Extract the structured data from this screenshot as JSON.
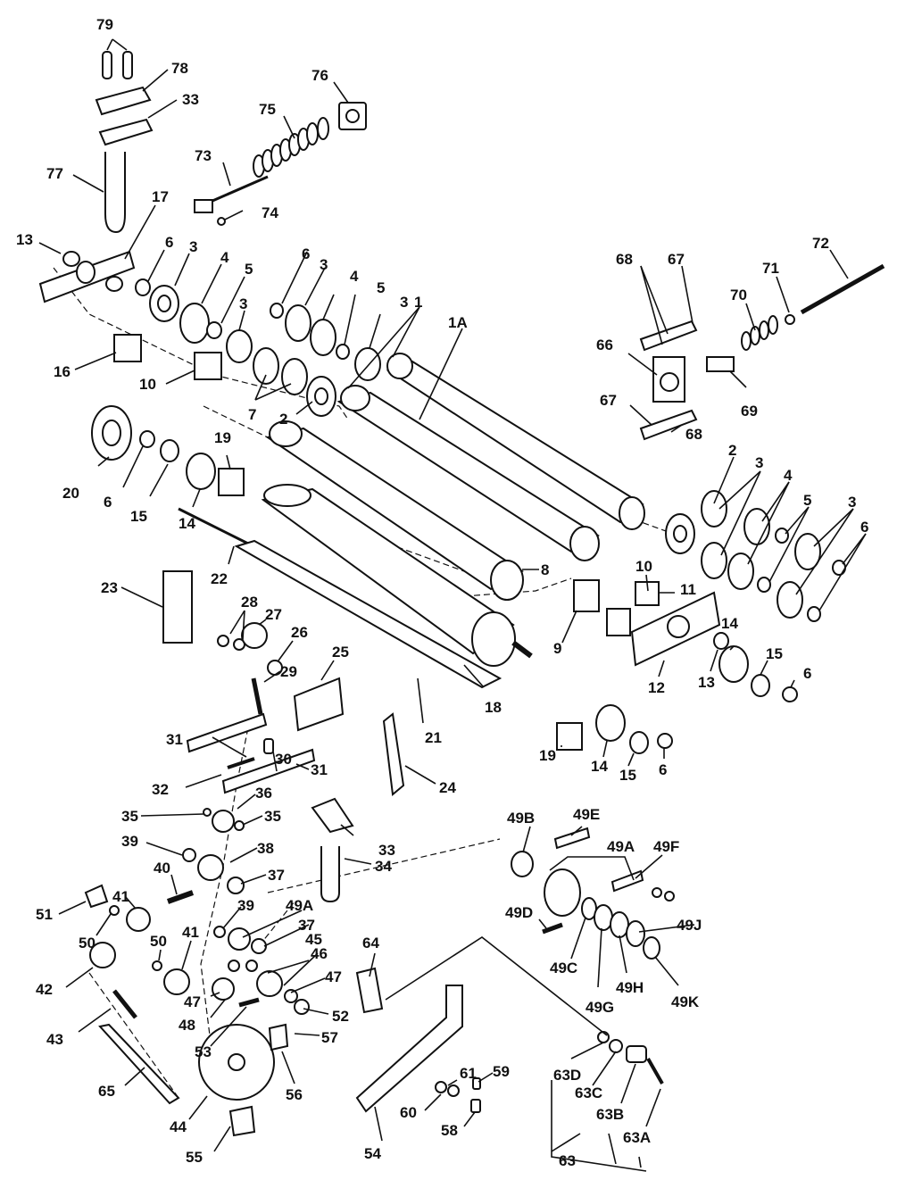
{
  "callouts": {
    "c79": "79",
    "c78": "78",
    "c33a": "33",
    "c76": "76",
    "c75": "75",
    "c73": "73",
    "c74": "74",
    "c77": "77",
    "c17": "17",
    "c13a": "13",
    "c6a": "6",
    "c3a": "3",
    "c4a": "4",
    "c5a": "5",
    "c3b": "3",
    "c6b": "6",
    "c3c": "3",
    "c4b": "4",
    "c5b": "5",
    "c3d": "3",
    "c1": "1",
    "c1A": "1A",
    "c16": "16",
    "c10a": "10",
    "c7": "7",
    "c2a": "2",
    "c20": "20",
    "c6c": "6",
    "c15a": "15",
    "c14a": "14",
    "c19a": "19",
    "c22": "22",
    "c23": "23",
    "c28": "28",
    "c27": "27",
    "c26": "26",
    "c29": "29",
    "c8": "8",
    "c18": "18",
    "c21": "21",
    "c25": "25",
    "c30": "30",
    "c31a": "31",
    "c31b": "31",
    "c32": "32",
    "c24": "24",
    "c36": "36",
    "c35a": "35",
    "c35b": "35",
    "c33b": "33",
    "c34": "34",
    "c39a": "39",
    "c38": "38",
    "c37a": "37",
    "c40": "40",
    "c41a": "41",
    "c51": "51",
    "c50a": "50",
    "c39b": "39",
    "c49Aa": "49A",
    "c37b": "37",
    "c42": "42",
    "c50b": "50",
    "c41b": "41",
    "c46": "46",
    "c45": "45",
    "c47a": "47",
    "c47b": "47",
    "c48": "48",
    "c53": "53",
    "c52": "52",
    "c57": "57",
    "c43": "43",
    "c44": "44",
    "c65": "65",
    "c55": "55",
    "c56": "56",
    "c54": "54",
    "c64": "64",
    "c61": "61",
    "c59": "59",
    "c60": "60",
    "c58": "58",
    "c63D": "63D",
    "c63C": "63C",
    "c63B": "63B",
    "c63A": "63A",
    "c63": "63",
    "c49B": "49B",
    "c49E": "49E",
    "c49A": "49A",
    "c49F": "49F",
    "c49D": "49D",
    "c49J": "49J",
    "c49C": "49C",
    "c49H": "49H",
    "c49G": "49G",
    "c49K": "49K",
    "c68a": "68",
    "c67a": "67",
    "c66": "66",
    "c67b": "67",
    "c68b": "68",
    "c70": "70",
    "c71": "71",
    "c72": "72",
    "c69": "69",
    "c2b": "2",
    "c3e": "3",
    "c4c": "4",
    "c5c": "5",
    "c3f": "3",
    "c6d": "6",
    "c10b": "10",
    "c11": "11",
    "c9": "9",
    "c12": "12",
    "c13b": "13",
    "c14b": "14",
    "c15b": "15",
    "c6e": "6",
    "c19b": "19",
    "c14c": "14",
    "c15c": "15",
    "c6f": "6"
  }
}
